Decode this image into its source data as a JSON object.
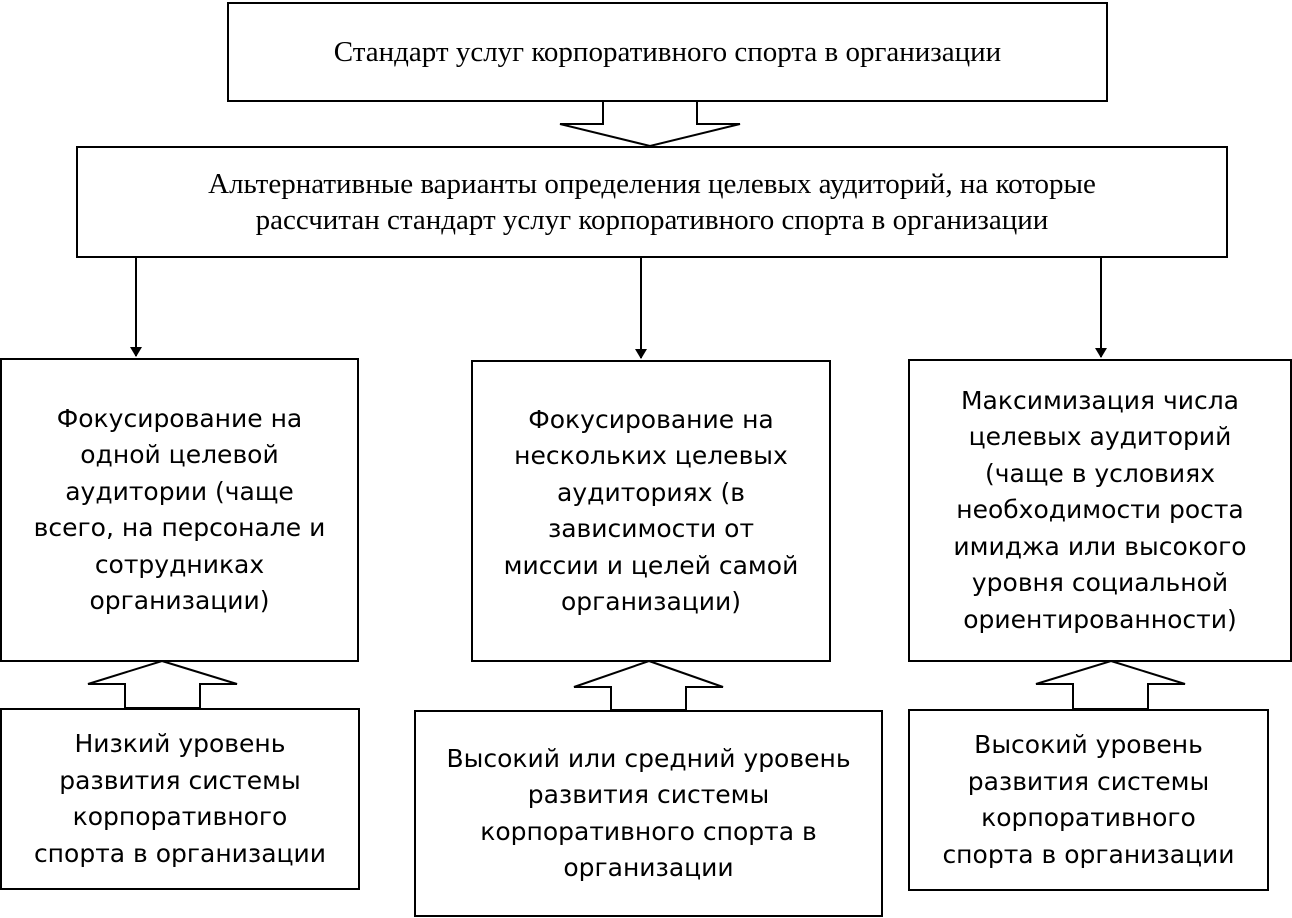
{
  "diagram": {
    "top": {
      "label": "Стандарт услуг корпоративного спорта в организации"
    },
    "middle": {
      "label": "Альтернативные варианты определения целевых аудиторий, на которые\nрассчитан стандарт услуг корпоративного спорта в организации"
    },
    "options": [
      {
        "label": "Фокусирование на\nодной целевой\nаудитории (чаще\nвсего, на персонале и\nсотрудниках\nорганизации)"
      },
      {
        "label": "Фокусирование на\nнескольких целевых\nаудиториях (в\nзависимости от\nмиссии и целей самой\nорганизации)"
      },
      {
        "label": "Максимизация числа\nцелевых аудиторий\n(чаще в условиях\nнеобходимости роста\nимиджа или высокого\nуровня социальной\nориентированности)"
      }
    ],
    "conditions": [
      {
        "label": "Низкий уровень\nразвития системы\nкорпоративного\nспорта в организации"
      },
      {
        "label": "Высокий или средний уровень\nразвития системы\nкорпоративного спорта в\nорганизации"
      },
      {
        "label": "Высокий уровень\nразвития системы\nкорпоративного\nспорта в организации"
      }
    ]
  }
}
